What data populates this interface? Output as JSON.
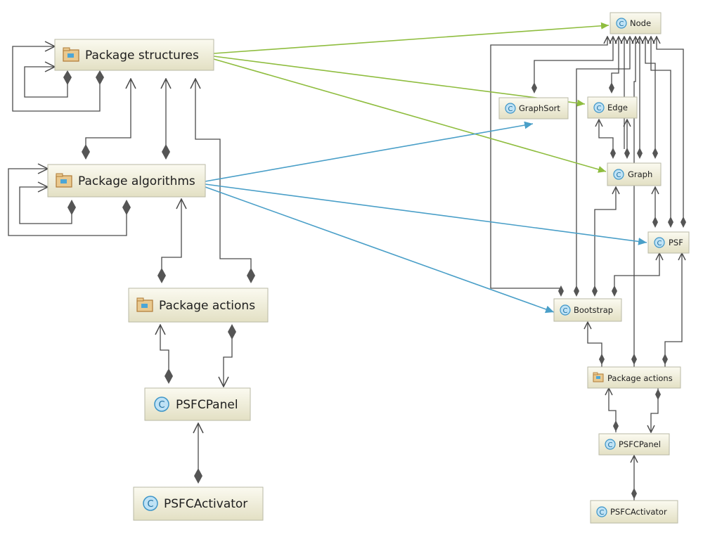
{
  "colors": {
    "structure_arrow": "#8fbd3f",
    "algorithm_arrow": "#4a9fc8",
    "dependency_line": "#4a4a4a",
    "box_top": "#fbfaf0",
    "box_bottom": "#e3e0c4",
    "package_icon": "#c9924a",
    "class_icon": "#4da6d6"
  },
  "left": {
    "pkg_structures": {
      "label": "Package structures",
      "icon": "package-icon"
    },
    "pkg_algorithms": {
      "label": "Package algorithms",
      "icon": "package-icon"
    },
    "pkg_actions": {
      "label": "Package actions",
      "icon": "package-icon"
    },
    "psfc_panel": {
      "label": "PSFCPanel",
      "icon": "class-icon"
    },
    "psfc_activator": {
      "label": "PSFCActivator",
      "icon": "class-icon"
    }
  },
  "right": {
    "node": {
      "label": "Node",
      "icon": "class-icon"
    },
    "graphsort": {
      "label": "GraphSort",
      "icon": "class-icon"
    },
    "edge": {
      "label": "Edge",
      "icon": "class-icon"
    },
    "graph": {
      "label": "Graph",
      "icon": "class-icon"
    },
    "psf": {
      "label": "PSF",
      "icon": "class-icon"
    },
    "bootstrap": {
      "label": "Bootstrap",
      "icon": "class-icon"
    },
    "pkg_actions": {
      "label": "Package actions",
      "icon": "package-icon"
    },
    "psfc_panel": {
      "label": "PSFCPanel",
      "icon": "class-icon"
    },
    "psfc_activator": {
      "label": "PSFCActivator",
      "icon": "class-icon"
    }
  }
}
